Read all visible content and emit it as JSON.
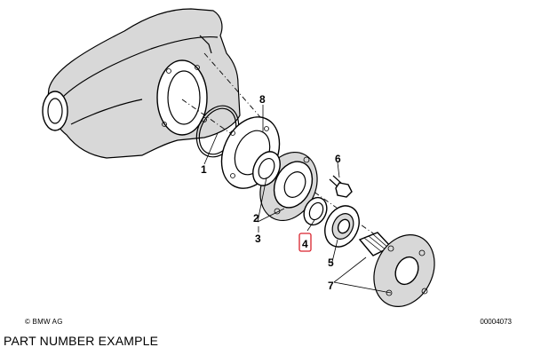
{
  "callouts": {
    "c1": "1",
    "c2": "2",
    "c3": "3",
    "c4": "4",
    "c5": "5",
    "c6": "6",
    "c7": "7",
    "c8": "8"
  },
  "highlight_color": "#d9232d",
  "footer": {
    "copyright": "BMW AG",
    "copyright_icon": "copyright-symbol",
    "document_number": "00004073"
  },
  "caption": "PART NUMBER EXAMPLE"
}
